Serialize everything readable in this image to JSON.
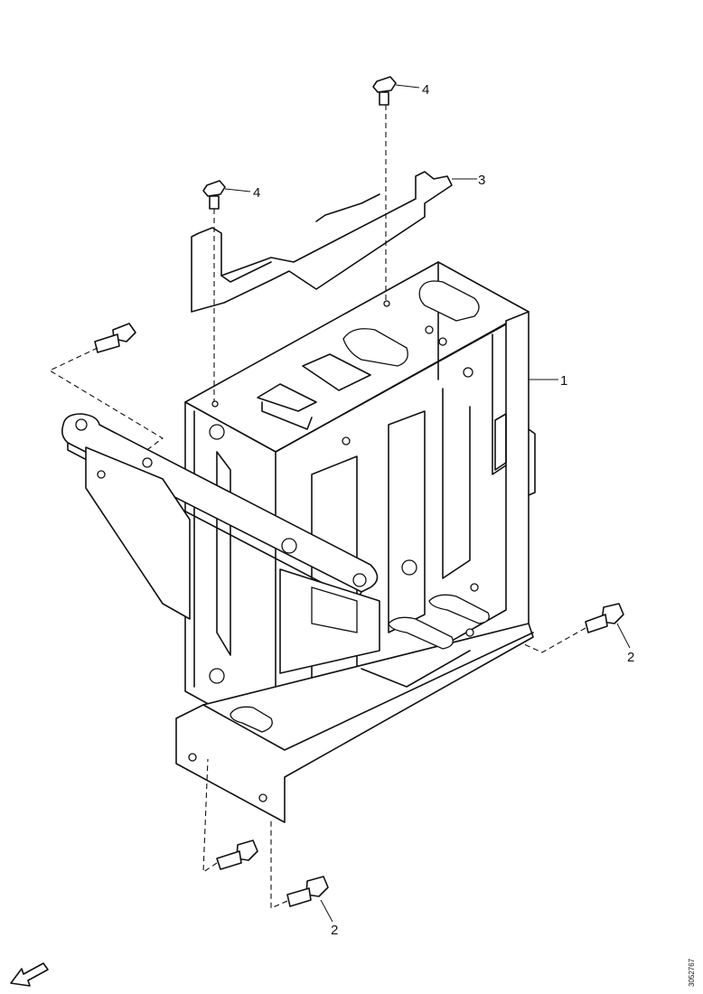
{
  "diagram": {
    "callouts": {
      "part_1": "1",
      "part_2a": "2",
      "part_2b": "2",
      "part_3": "3",
      "part_4a": "4",
      "part_4b": "4"
    },
    "figure_code": "3052767",
    "icons": {
      "direction_arrow": "front-direction-arrow-icon"
    }
  }
}
